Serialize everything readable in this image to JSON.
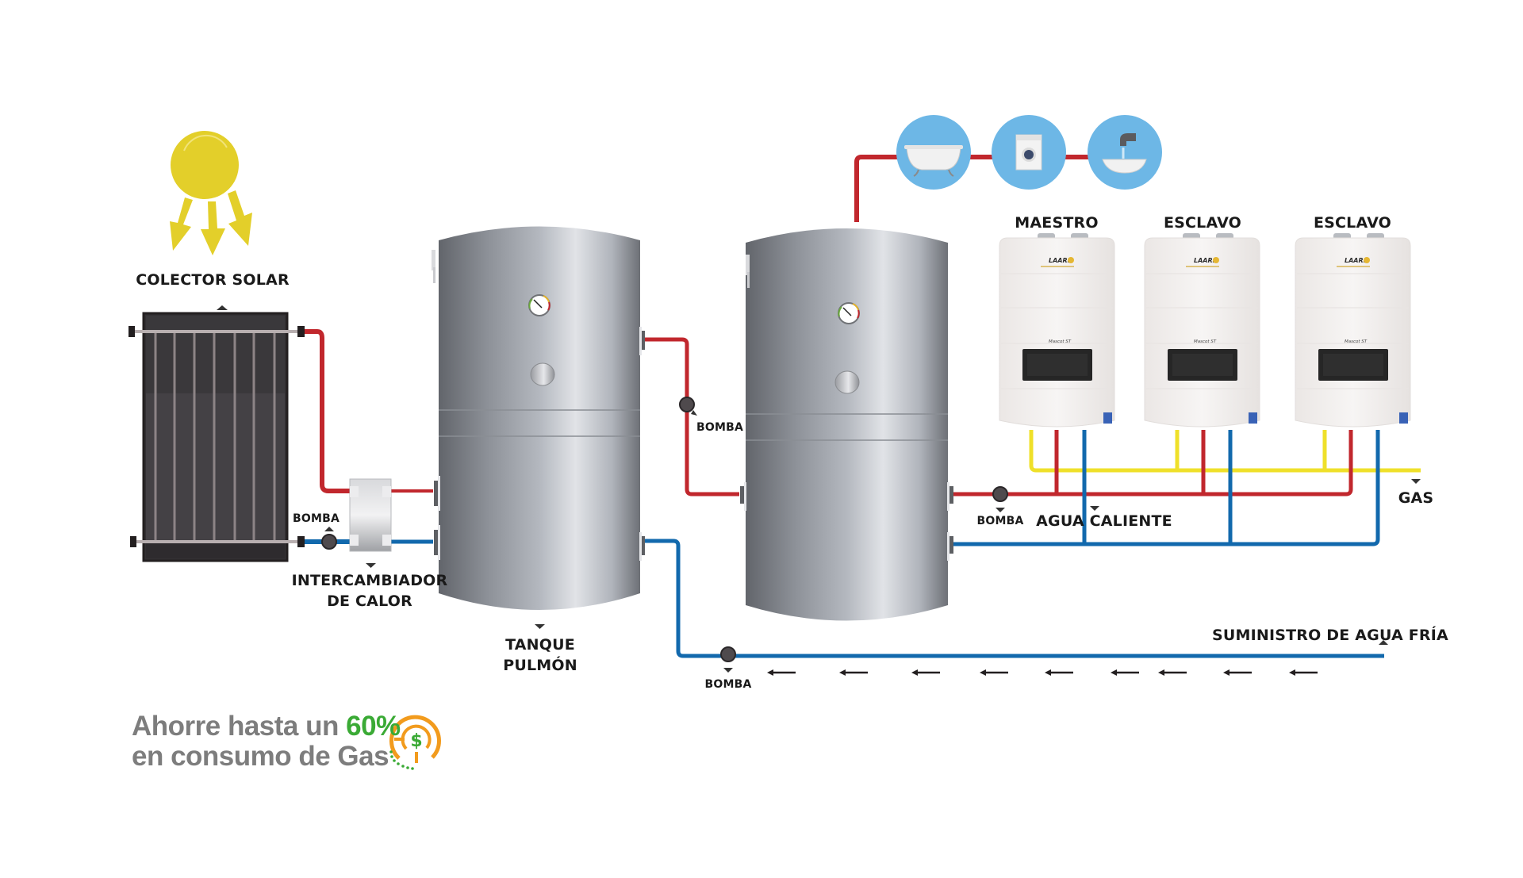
{
  "diagram": {
    "title": "Sistema solar térmico con calentadores en cascada",
    "colors": {
      "hot_pipe": "#c1272d",
      "cold_pipe": "#1269ad",
      "gas_pipe": "#efe02a",
      "sun": "#e3cf2a",
      "collector": "#3d3a3d",
      "tank_metal": "#a9adb4",
      "fixture_circle": "#6db7e6",
      "slogan_gray": "#7d7d7d",
      "slogan_green": "#3aaa35",
      "savings_orange": "#f29b1d"
    },
    "labels": {
      "collector": "COLECTOR SOLAR",
      "pump_1": "BOMBA",
      "pump_2": "BOMBA",
      "pump_3": "BOMBA",
      "pump_4": "BOMBA",
      "exchanger_line1": "INTERCAMBIADOR",
      "exchanger_line2": "DE CALOR",
      "tank_line1": "TANQUE",
      "tank_line2": "PULMÓN",
      "heater_master": "MAESTRO",
      "heater_slave_1": "ESCLAVO",
      "heater_slave_2": "ESCLAVO",
      "hot_water": "AGUA CALIENTE",
      "gas": "GAS",
      "cold_supply": "SUMINISTRO DE AGUA FRÍA"
    },
    "heaters": [
      {
        "role": "MAESTRO",
        "brand": "LAARS",
        "model": "Mascot ST"
      },
      {
        "role": "ESCLAVO",
        "brand": "LAARS",
        "model": "Mascot ST"
      },
      {
        "role": "ESCLAVO",
        "brand": "LAARS",
        "model": "Mascot ST"
      }
    ],
    "fixtures": [
      {
        "icon": "bathtub-icon"
      },
      {
        "icon": "washing-machine-icon"
      },
      {
        "icon": "sink-faucet-icon"
      }
    ],
    "flow_arrows": {
      "direction": "left",
      "count": 9
    }
  },
  "slogan": {
    "line1_prefix": "Ahorre hasta un ",
    "line1_highlight": "60%",
    "line2": "en consumo de Gas",
    "icon": "savings-dollar-icon"
  }
}
